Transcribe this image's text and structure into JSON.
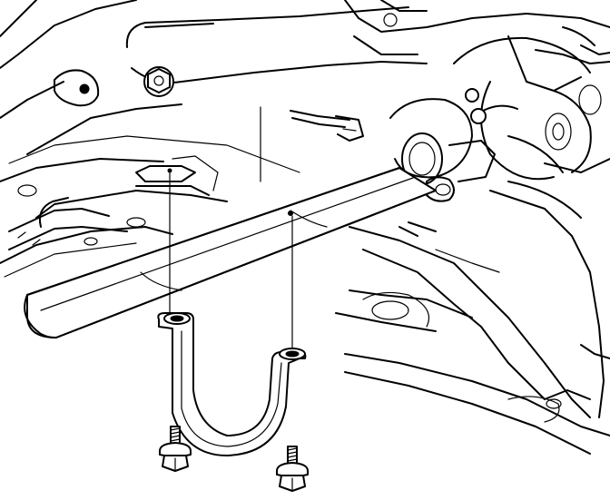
{
  "diagram": {
    "subject": "driveshaft-support-strap-installation",
    "components": [
      "frame-crossmember",
      "upper-control-arm",
      "rear-axle-differential",
      "driveshaft-tube",
      "u-shaped-support-strap",
      "strap-bolt",
      "strap-bolt"
    ],
    "colors": {
      "line": "#000000",
      "background": "#ffffff"
    }
  }
}
